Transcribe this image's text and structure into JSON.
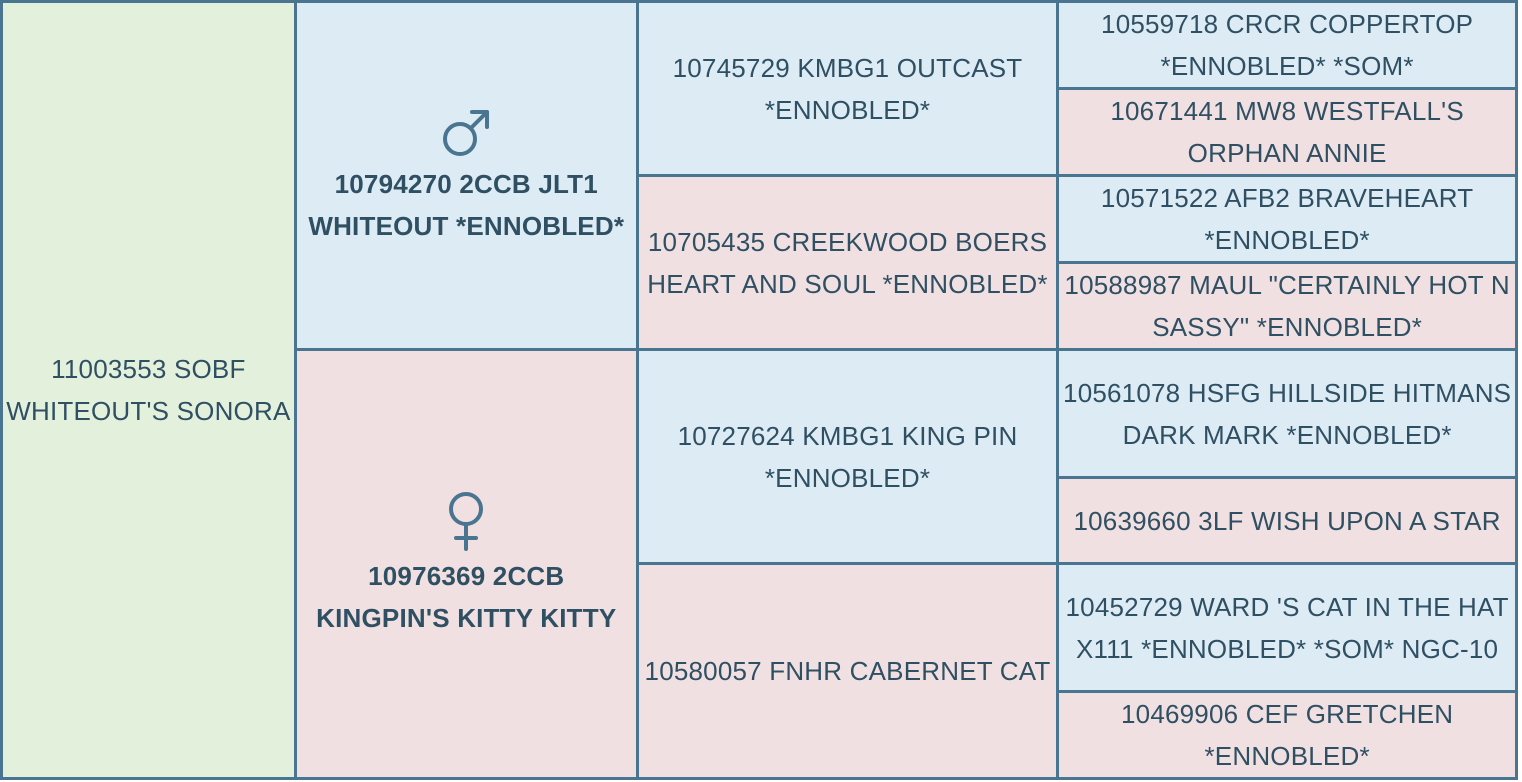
{
  "subject": {
    "name": "11003553 SOBF WHITEOUT'S SONORA"
  },
  "sire": {
    "symbol_icon": "male-symbol-icon",
    "name": "10794270 2CCB JLT1 WHITEOUT *ENNOBLED*",
    "sire": {
      "name": "10745729 KMBG1 OUTCAST *ENNOBLED*",
      "sire": {
        "name": "10559718 CRCR COPPERTOP *ENNOBLED* *SOM*"
      },
      "dam": {
        "name": "10671441 MW8 WESTFALL'S ORPHAN ANNIE"
      }
    },
    "dam": {
      "name": "10705435 CREEKWOOD BOERS HEART AND SOUL *ENNOBLED*",
      "sire": {
        "name": "10571522 AFB2 BRAVEHEART *ENNOBLED*"
      },
      "dam": {
        "name": "10588987 MAUL \"CERTAINLY HOT N SASSY\" *ENNOBLED*"
      }
    }
  },
  "dam": {
    "symbol_icon": "female-symbol-icon",
    "name": "10976369 2CCB KINGPIN'S KITTY KITTY",
    "sire": {
      "name": "10727624 KMBG1 KING PIN *ENNOBLED*",
      "sire": {
        "name": "10561078 HSFG HILLSIDE HITMANS DARK MARK *ENNOBLED*"
      },
      "dam": {
        "name": "10639660 3LF WISH UPON A STAR"
      }
    },
    "dam": {
      "name": "10580057 FNHR CABERNET CAT",
      "sire": {
        "name": "10452729 WARD 'S CAT IN THE HAT X111 *ENNOBLED* *SOM* NGC-10"
      },
      "dam": {
        "name": "10469906 CEF GRETCHEN *ENNOBLED*"
      }
    }
  },
  "colors": {
    "subject_bg": "#e3f0dc",
    "male_bg": "#ddebf4",
    "female_bg": "#f1e0e1",
    "border": "#4a7591",
    "text": "#2f4f63"
  }
}
